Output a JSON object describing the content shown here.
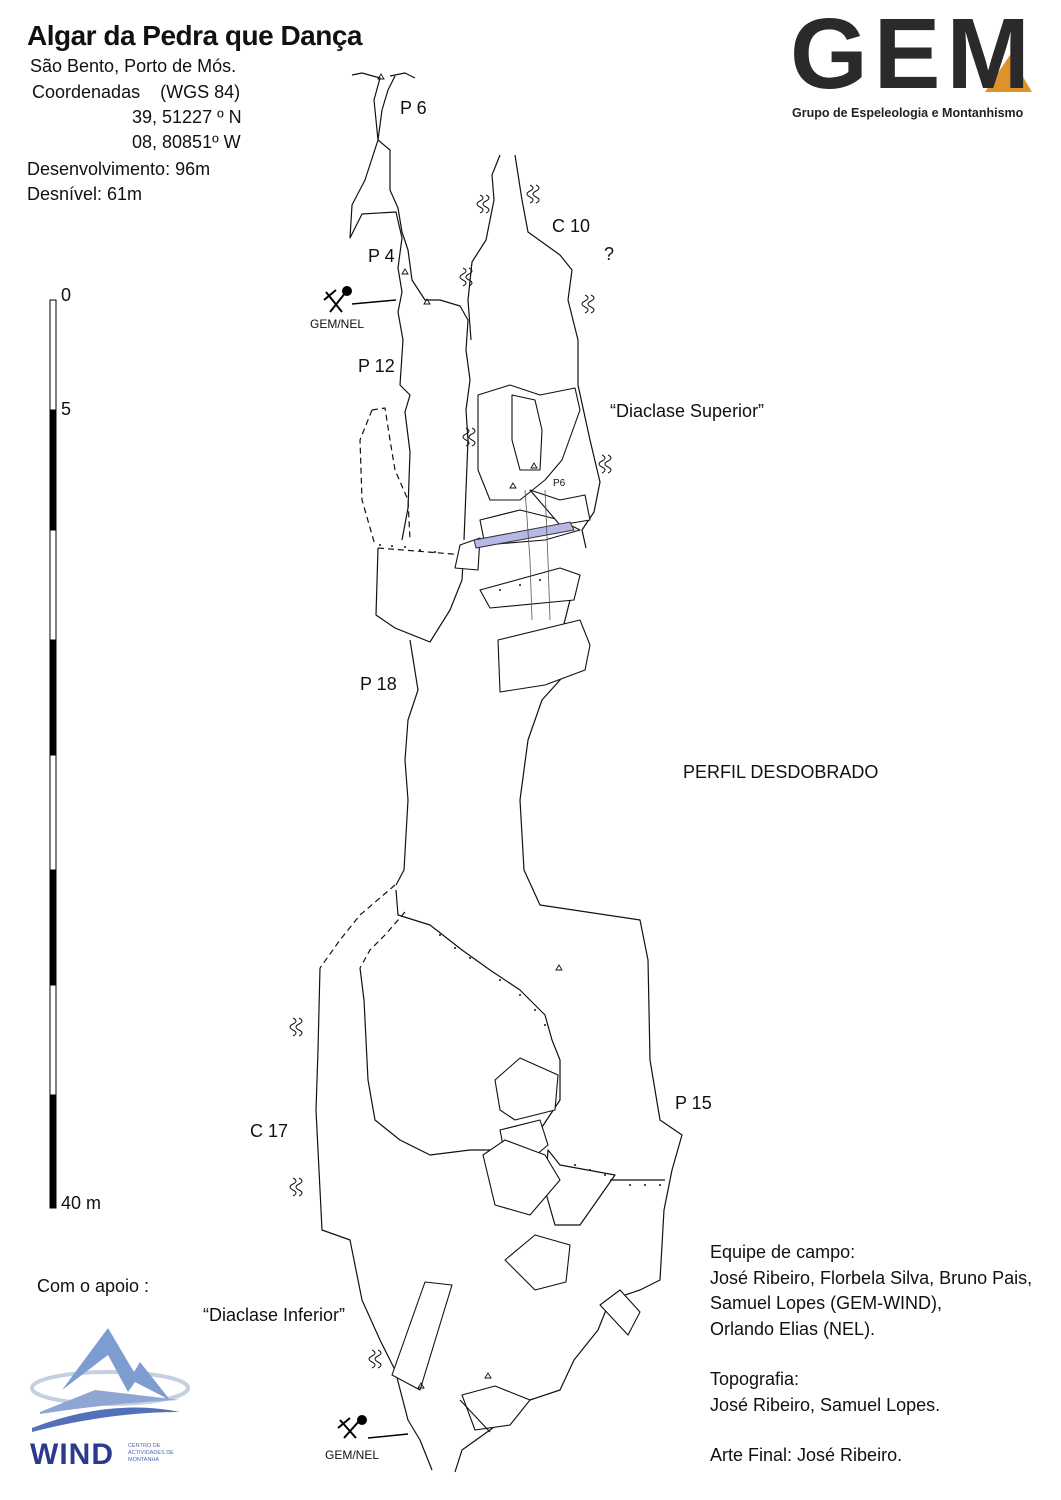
{
  "header": {
    "title": "Algar da Pedra que Dança",
    "location": "São Bento, Porto de Mós.",
    "coordinates_label": "Coordenadas    (WGS 84)",
    "latitude": "39, 51227 º N",
    "longitude": "08, 80851º W",
    "development": "Desenvolvimento: 96m",
    "depth": "Desnível: 61m"
  },
  "scale_bar": {
    "labels": [
      "0",
      "5",
      "40 m"
    ],
    "range_m": [
      0,
      40
    ],
    "segment_m": 5
  },
  "cave_labels": {
    "p6": "P 6",
    "c10": "C 10",
    "question": "?",
    "p4": "P 4",
    "gem_nel_top": "GEM/NEL",
    "p12": "P 12",
    "diaclase_superior": "“Diaclase Superior”",
    "p6_small": "P6",
    "p18": "P 18",
    "perfil": "PERFIL DESDOBRADO",
    "p15": "P 15",
    "c17": "C 17",
    "diaclase_inferior": "“Diaclase Inferior”",
    "gem_nel_bottom": "GEM/NEL"
  },
  "credits": {
    "team_heading": "Equipe de campo:",
    "team_line1": "José Ribeiro, Florbela Silva, Bruno Pais,",
    "team_line2": "Samuel Lopes (GEM-WIND),",
    "team_line3": "Orlando Elias (NEL).",
    "topo_heading": "Topografia:",
    "topo_names": "José Ribeiro, Samuel Lopes.",
    "art": "Arte Final: José Ribeiro."
  },
  "logos": {
    "gem_letters": "GEM",
    "gem_subtitle": "Grupo de Espeleologia e Montanhismo",
    "support_label": "Com o apoio :",
    "wind_name": "WIND",
    "wind_subtitle": "CENTRO DE ACTIVIDADES DE MONTANHA"
  },
  "colors": {
    "gem_dark": "#2a2a2a",
    "gem_orange": "#e0922a",
    "wind_blue": "#2b3a8c",
    "wind_light": "#7d9cd0",
    "water": "#b8b8e8"
  }
}
